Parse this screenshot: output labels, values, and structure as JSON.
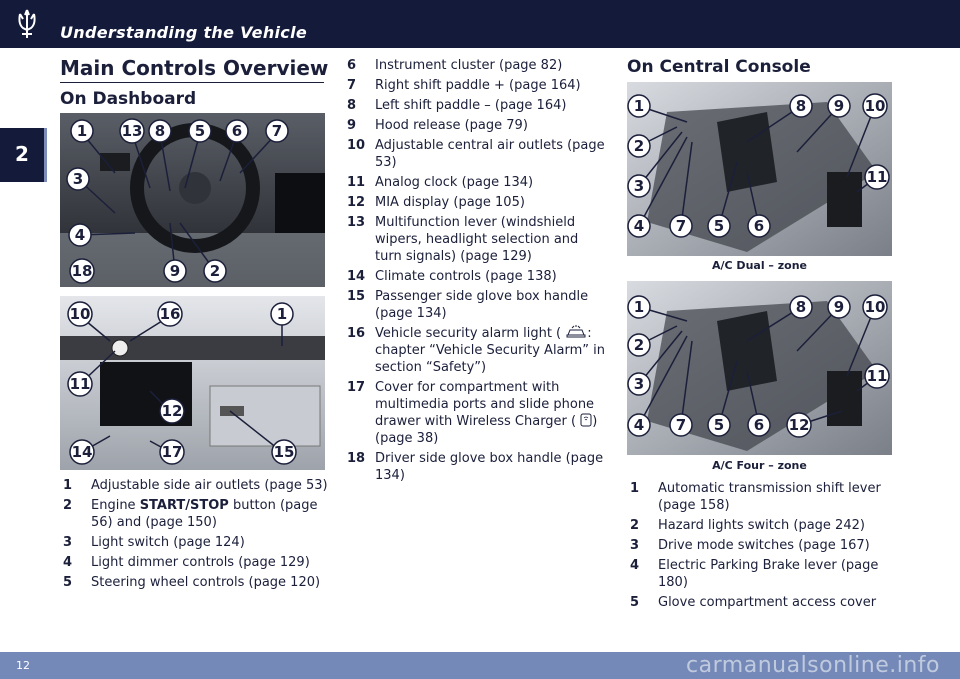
{
  "header": {
    "title": "Understanding the Vehicle",
    "logo_icon": "trident-logo-icon"
  },
  "chapter_tab": "2",
  "page_title": "Main Controls Overview",
  "dashboard": {
    "heading": "On Dashboard",
    "photo1_callouts": [
      "1",
      "13",
      "8",
      "5",
      "6",
      "7",
      "3",
      "4",
      "18",
      "9",
      "2"
    ],
    "photo2_callouts": [
      "10",
      "16",
      "1",
      "11",
      "12",
      "14",
      "17",
      "15"
    ],
    "items": [
      {
        "num": "1",
        "text": "Adjustable side air outlets (page 53)"
      },
      {
        "num": "2",
        "pre": "Engine ",
        "bold": "START/STOP",
        "text": " button (page 56) and (page 150)"
      },
      {
        "num": "3",
        "text": "Light switch (page 124)"
      },
      {
        "num": "4",
        "text": "Light dimmer controls (page 129)"
      },
      {
        "num": "5",
        "text": "Steering wheel controls (page 120)"
      },
      {
        "num": "6",
        "text": "Instrument cluster (page 82)"
      },
      {
        "num": "7",
        "text": "Right shift paddle + (page 164)"
      },
      {
        "num": "8",
        "text": "Left shift paddle – (page 164)"
      },
      {
        "num": "9",
        "text": "Hood release (page 79)"
      },
      {
        "num": "10",
        "text": "Adjustable central air outlets (page 53)"
      },
      {
        "num": "11",
        "text": "Analog clock (page 134)"
      },
      {
        "num": "12",
        "text": "MIA display (page 105)"
      },
      {
        "num": "13",
        "text": "Multifunction lever (windshield wipers, headlight selection and turn signals) (page 129)"
      },
      {
        "num": "14",
        "text": "Climate controls (page 138)"
      },
      {
        "num": "15",
        "text": "Passenger side glove box handle (page 134)"
      },
      {
        "num": "16",
        "pre": "Vehicle security alarm light (",
        "post": ": chapter “Vehicle Security Alarm” in section “Safety”)"
      },
      {
        "num": "17",
        "pre": "Cover for compartment with multimedia ports and slide phone drawer with Wireless Charger (",
        "post": ")(page 38)"
      },
      {
        "num": "18",
        "text": "Driver side glove box handle (page 134)"
      }
    ]
  },
  "console": {
    "heading": "On Central Console",
    "photo1_callouts": [
      "1",
      "8",
      "9",
      "10",
      "2",
      "11",
      "3",
      "4",
      "7",
      "5",
      "6"
    ],
    "photo1_caption": "A/C Dual – zone",
    "photo2_callouts": [
      "1",
      "8",
      "9",
      "10",
      "2",
      "11",
      "3",
      "4",
      "7",
      "5",
      "6",
      "12"
    ],
    "photo2_caption": "A/C Four – zone",
    "items": [
      {
        "num": "1",
        "text": "Automatic transmission shift lever (page 158)"
      },
      {
        "num": "2",
        "text": "Hazard lights switch (page 242)"
      },
      {
        "num": "3",
        "text": "Drive mode switches (page 167)"
      },
      {
        "num": "4",
        "text": "Electric Parking Brake lever (page 180)"
      },
      {
        "num": "5",
        "text": "Glove compartment access cover"
      }
    ]
  },
  "footer": {
    "page_number": "12",
    "watermark": "carmanualsonline.info"
  }
}
